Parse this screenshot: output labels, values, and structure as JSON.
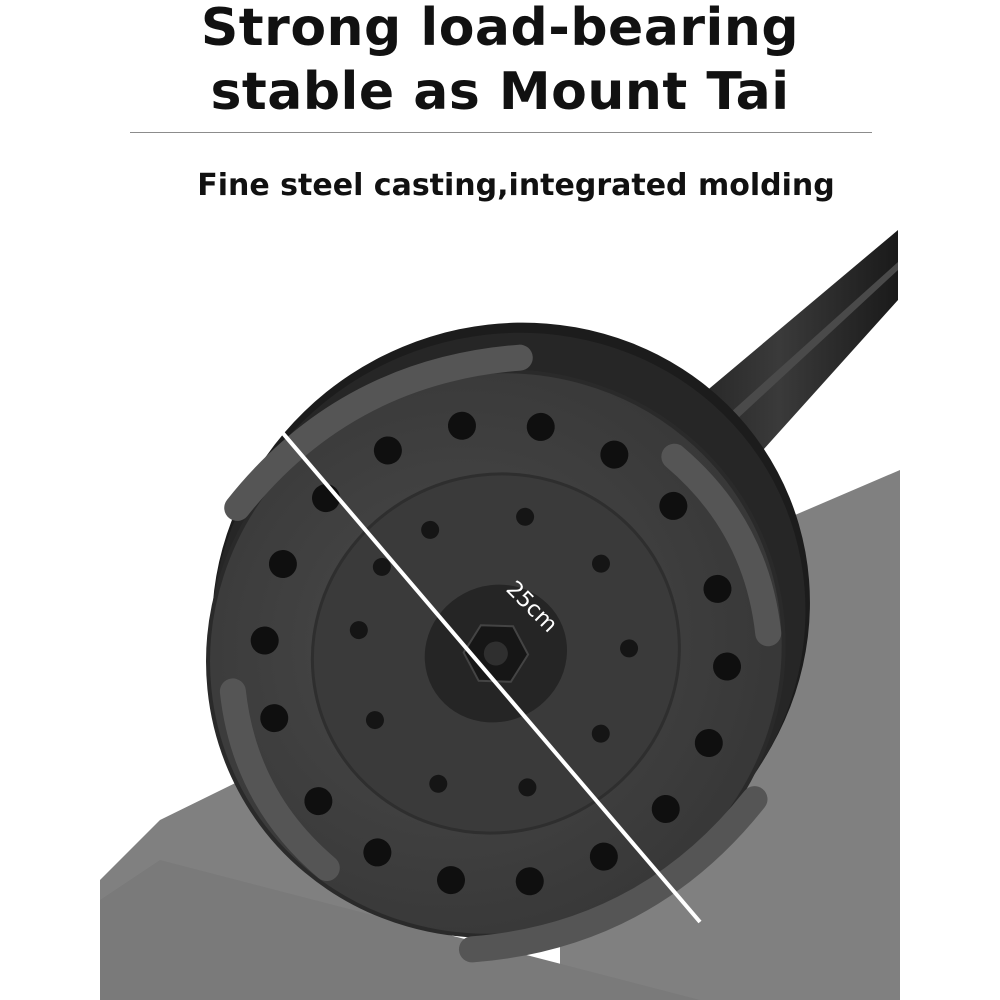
{
  "headline": {
    "line1": "Strong load-bearing",
    "line2": "stable as Mount Tai"
  },
  "subheadline": "Fine steel casting,integrated molding",
  "dimension_label": "25cm",
  "colors": {
    "text": "#111111",
    "floor": "#808080",
    "base": "#3c3c3c",
    "rim": "#1c1c1c",
    "pole": "#2c2c2c"
  }
}
